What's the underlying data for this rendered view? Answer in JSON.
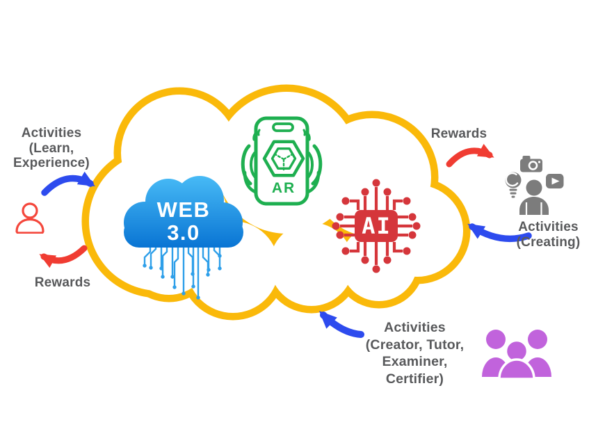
{
  "title": "Web 3.0 learning ecosystem cloud diagram",
  "labels": {
    "activities_left": "Activities\n(Learn,\nExperience)",
    "rewards_left": "Rewards",
    "rewards_right": "Rewards",
    "activities_right": "Activities\n(Creating)",
    "activities_bottom": "Activities\n(Creator, Tutor,\nExaminer,\nCertifier)"
  },
  "nodes": {
    "web3": {
      "line1": "WEB",
      "line2": "3.0"
    },
    "ar": {
      "label": "AR"
    },
    "ai": {
      "label": "AI"
    }
  },
  "icons": {
    "learner": "person-outline-icon",
    "creator": "creator-with-lightbulb-camera-play-icon",
    "community": "group-of-people-icon"
  },
  "colors": {
    "cloud_outline": "#FAB90A",
    "arrow_blue": "#2D4BEE",
    "arrow_red": "#F03C32",
    "label_text": "#58595B",
    "web3_top": "#46B9F5",
    "web3_bottom": "#0873D3",
    "circuit_blue": "#2E9FE9",
    "ar_green": "#1EAF50",
    "ai_red": "#D5363B",
    "creator_gray": "#7C7C7C",
    "group_purple": "#C163DC",
    "person_red": "#F4473C"
  }
}
